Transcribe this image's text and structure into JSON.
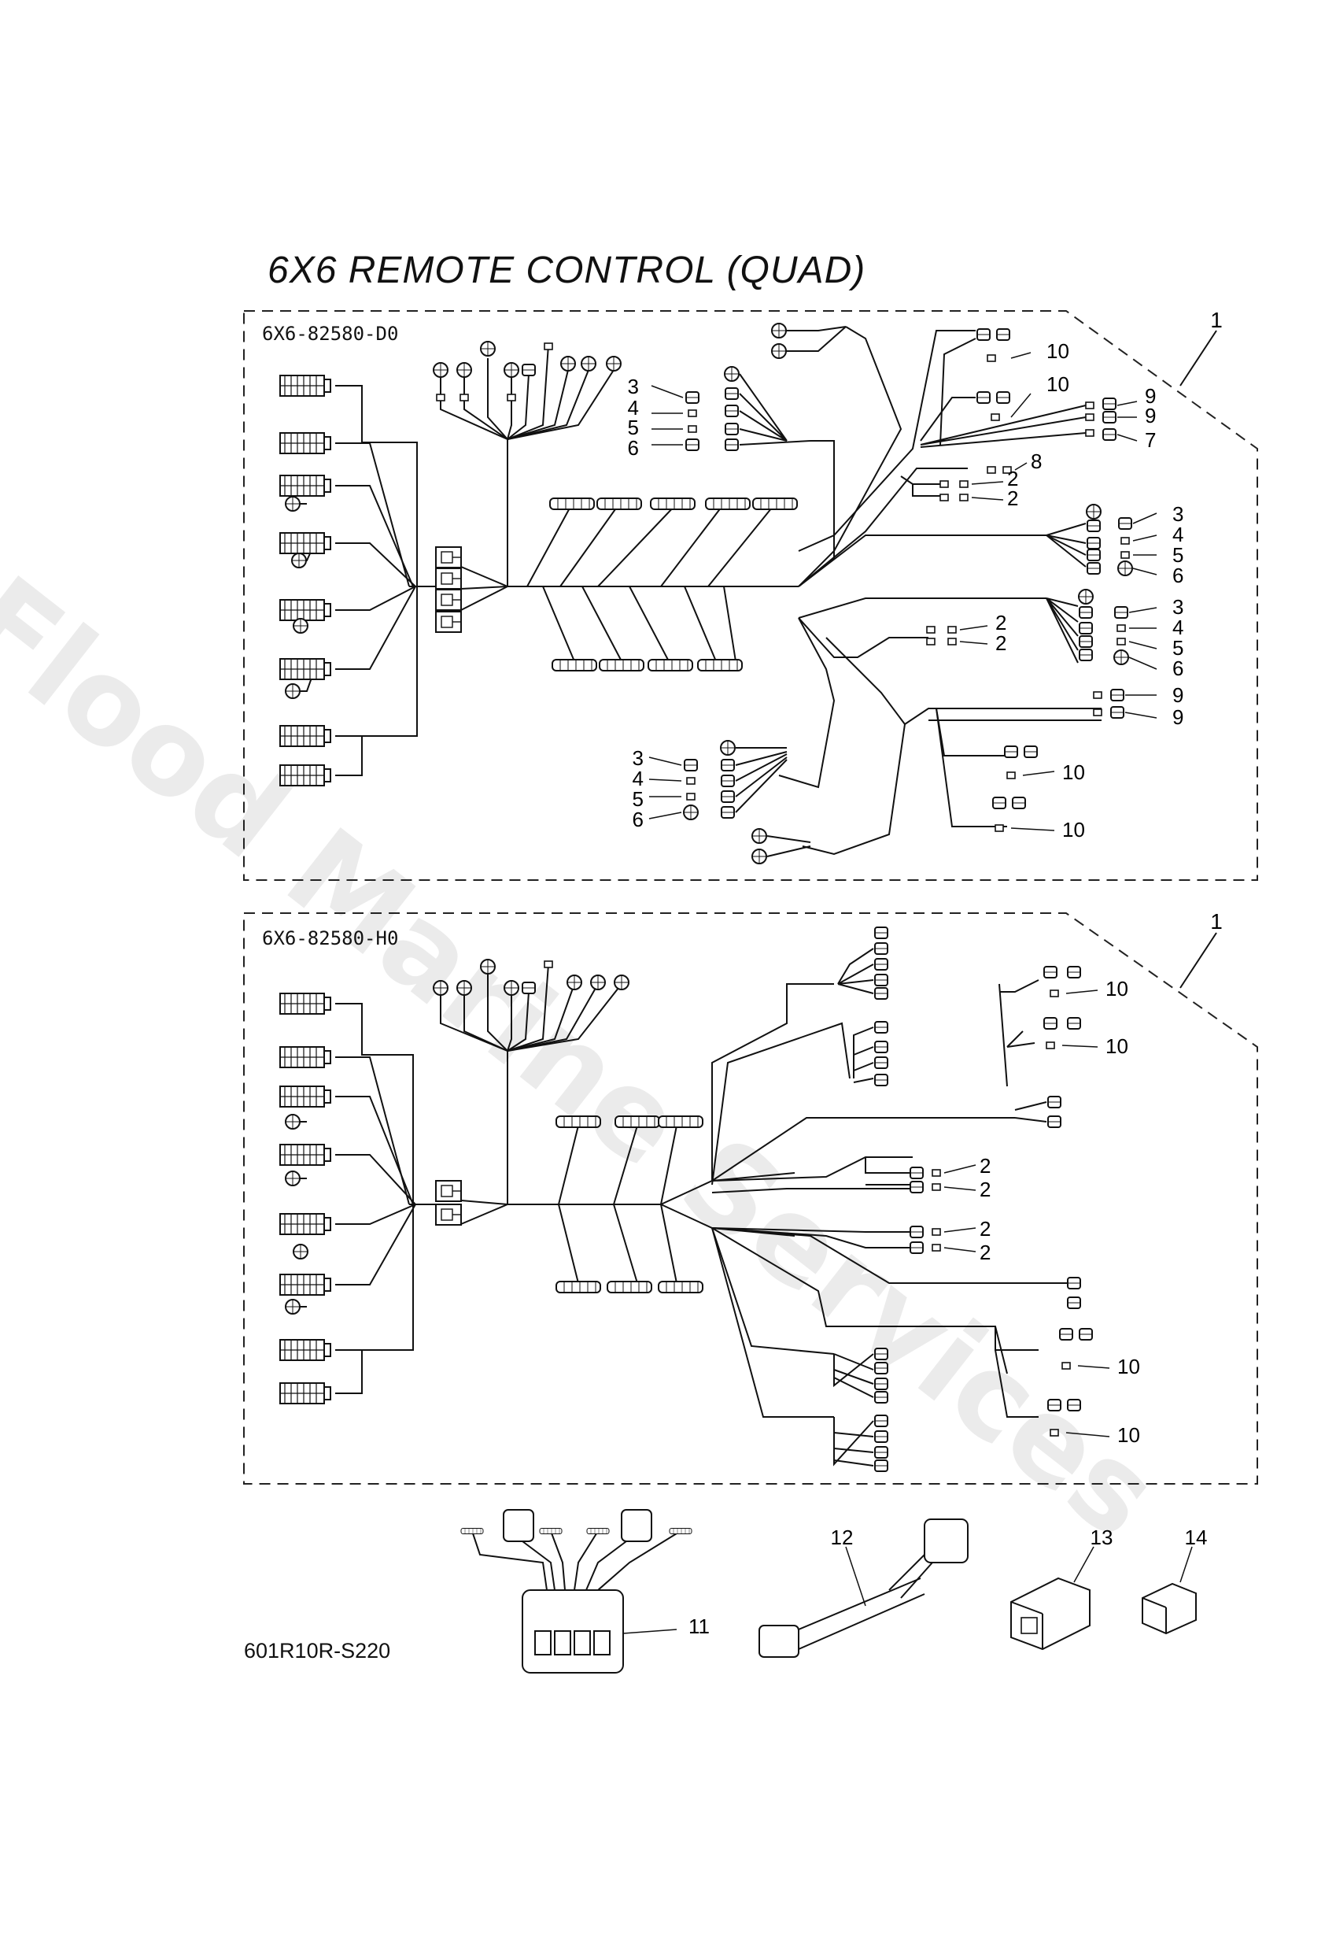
{
  "title": "6X6 REMOTE CONTROL (QUAD)",
  "section_top_code": "6X6-82580-D0",
  "section_bottom_code": "6X6-82580-H0",
  "footer_code": "601R10R-S220",
  "watermark": "Flood Marine Services",
  "callouts": {
    "n1": "1",
    "n2": "2",
    "n3": "3",
    "n4": "4",
    "n5": "5",
    "n6": "6",
    "n7": "7",
    "n8": "8",
    "n9": "9",
    "n10": "10",
    "n11": "11",
    "n12": "12",
    "n13": "13",
    "n14": "14"
  }
}
